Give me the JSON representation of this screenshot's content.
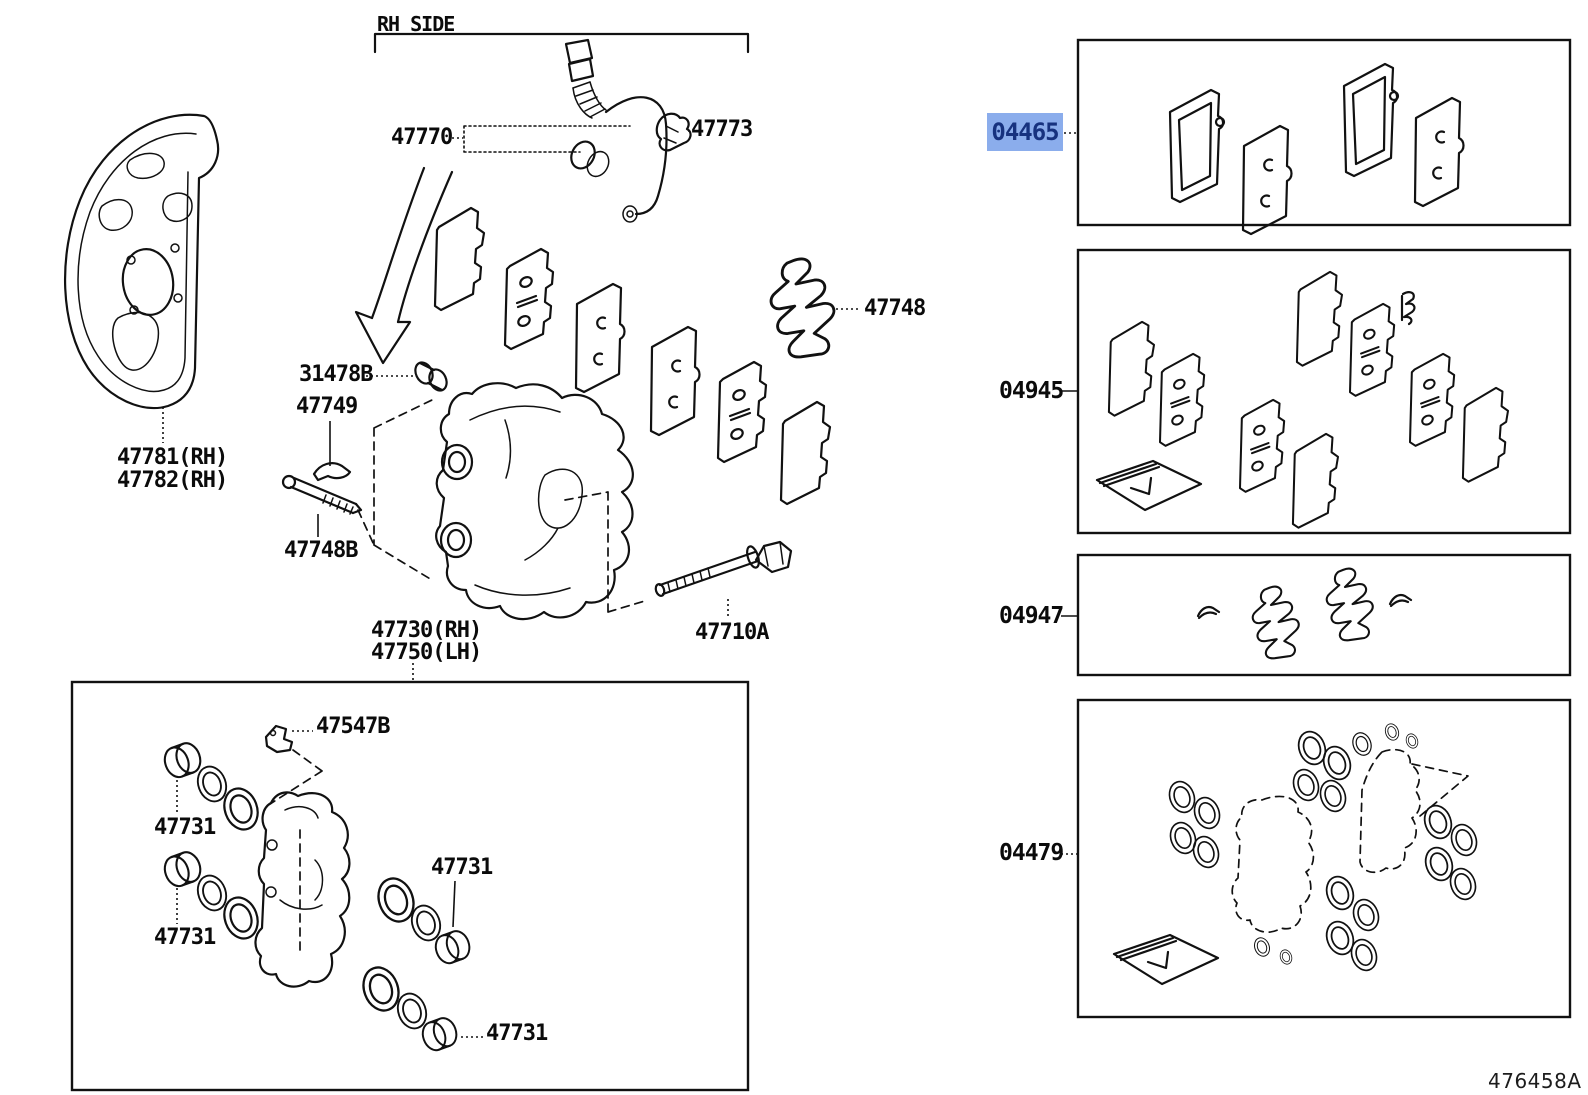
{
  "diagram": {
    "title": "RH SIDE",
    "drawing_number": "476458A",
    "colors": {
      "line": "#111111",
      "highlight_bg": "#8badec",
      "highlight_text": "#17327f"
    },
    "callouts": {
      "p47770": "47770",
      "p47773": "47773",
      "p47781": "47781(RH)",
      "p47782": "47782(RH)",
      "p31478b": "31478B",
      "p47749": "47749",
      "p47748b": "47748B",
      "p47748": "47748",
      "p47730": "47730(RH)",
      "p47750": "47750(LH)",
      "p47710a": "47710A",
      "p47547b": "47547B",
      "p47731": "47731"
    },
    "kits": [
      {
        "code": "04465",
        "highlighted": true
      },
      {
        "code": "04945",
        "highlighted": false
      },
      {
        "code": "04947",
        "highlighted": false
      },
      {
        "code": "04479",
        "highlighted": false
      }
    ]
  }
}
